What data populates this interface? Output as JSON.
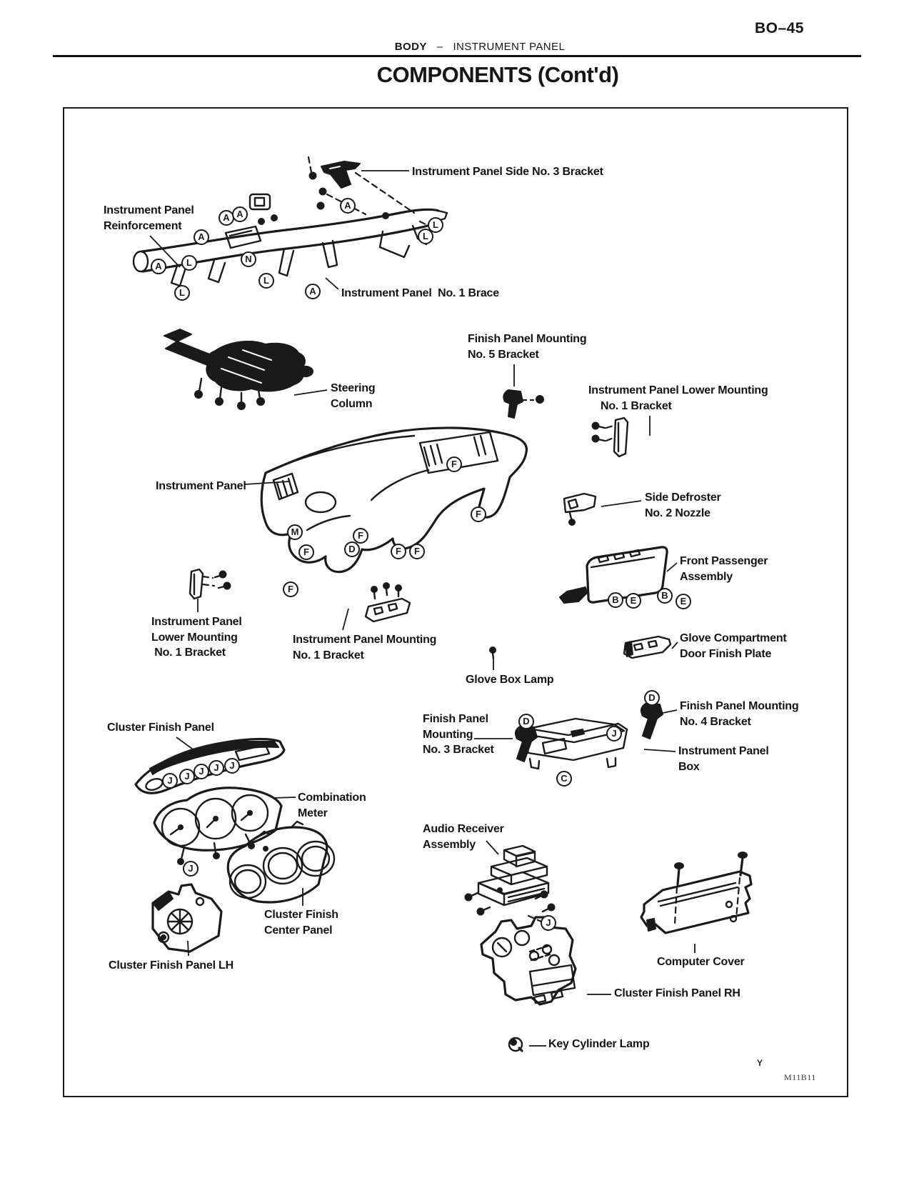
{
  "page": {
    "page_code": "BO–45",
    "header": {
      "section": "BODY",
      "separator": "–",
      "subsection": "INSTRUMENT PANEL"
    },
    "title": "COMPONENTS (Cont'd)",
    "stray_mark": "Y",
    "figure_code": "M11B11"
  },
  "diagram": {
    "part_labels": [
      {
        "id": "instrument-panel-side-no3-bracket",
        "text": "Instrument Panel Side No. 3 Bracket"
      },
      {
        "id": "instrument-panel-reinforcement",
        "text": "Instrument Panel\nReinforcement"
      },
      {
        "id": "instrument-panel-no1-brace",
        "text": "Instrument Panel  No. 1 Brace"
      },
      {
        "id": "steering-column",
        "text": "Steering\nColumn"
      },
      {
        "id": "finish-panel-mounting-no5-bracket",
        "text": "Finish Panel Mounting\nNo. 5 Bracket"
      },
      {
        "id": "instrument-panel-lower-mounting-no1-bracket-rh",
        "text": "Instrument Panel Lower Mounting\n    No. 1 Bracket"
      },
      {
        "id": "instrument-panel",
        "text": "Instrument Panel"
      },
      {
        "id": "side-defroster-no2-nozzle",
        "text": "Side Defroster\nNo. 2 Nozzle"
      },
      {
        "id": "front-passenger-assembly",
        "text": "Front Passenger\nAssembly"
      },
      {
        "id": "instrument-panel-lower-mounting-no1-bracket-lh",
        "text": "Instrument Panel\nLower Mounting\n No. 1 Bracket"
      },
      {
        "id": "instrument-panel-mounting-no1-bracket",
        "text": "Instrument Panel Mounting\nNo. 1 Bracket"
      },
      {
        "id": "glove-box-lamp",
        "text": "Glove Box Lamp"
      },
      {
        "id": "glove-compartment-door-finish-plate",
        "text": "Glove Compartment\nDoor Finish Plate"
      },
      {
        "id": "finish-panel-mounting-no4-bracket",
        "text": "Finish Panel Mounting\nNo. 4 Bracket"
      },
      {
        "id": "instrument-panel-box",
        "text": "Instrument Panel\nBox"
      },
      {
        "id": "cluster-finish-panel",
        "text": "Cluster Finish Panel"
      },
      {
        "id": "finish-panel-mounting-no3-bracket",
        "text": "Finish Panel\nMounting\nNo. 3 Bracket"
      },
      {
        "id": "combination-meter",
        "text": "Combination\nMeter"
      },
      {
        "id": "audio-receiver-assembly",
        "text": "Audio Receiver\nAssembly"
      },
      {
        "id": "cluster-finish-center-panel",
        "text": "Cluster Finish\nCenter Panel"
      },
      {
        "id": "cluster-finish-panel-lh",
        "text": "Cluster Finish Panel LH"
      },
      {
        "id": "computer-cover",
        "text": "Computer Cover"
      },
      {
        "id": "cluster-finish-panel-rh",
        "text": "Cluster Finish Panel RH"
      },
      {
        "id": "key-cylinder-lamp",
        "text": "Key Cylinder Lamp"
      }
    ],
    "callout_markers": [
      "A",
      "A",
      "A",
      "A",
      "L",
      "L",
      "N",
      "L",
      "A",
      "A",
      "L",
      "L",
      "M",
      "F",
      "F",
      "D",
      "F",
      "F",
      "F",
      "F",
      "F",
      "B",
      "E",
      "B",
      "E",
      "D",
      "D",
      "J",
      "C",
      "J",
      "J",
      "J",
      "J",
      "J",
      "J",
      "J"
    ],
    "ink_color": "#1a1a1a",
    "paper_color": "#ffffff"
  }
}
